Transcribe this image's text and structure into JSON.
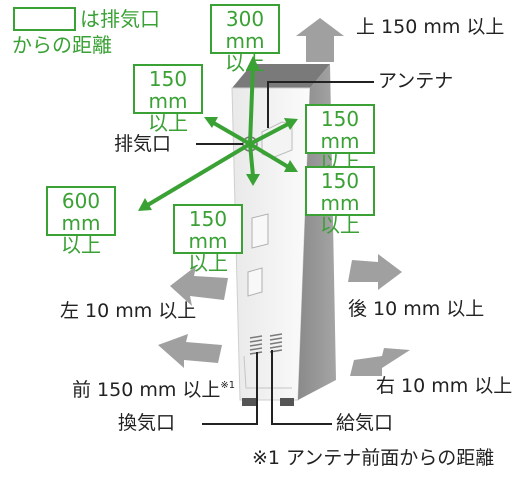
{
  "legend": {
    "suffix": "は排気口",
    "line2": "からの距離"
  },
  "clearances": {
    "top_300": {
      "l1": "300 mm",
      "l2": "以上"
    },
    "left_150": {
      "l1": "150 mm",
      "l2": "以上"
    },
    "right_150_upper": {
      "l1": "150 mm",
      "l2": "以上"
    },
    "right_150_lower": {
      "l1": "150 mm",
      "l2": "以上"
    },
    "front_600": {
      "l1": "600 mm",
      "l2": "以上"
    },
    "diag_150": {
      "l1": "150 mm",
      "l2": "以上"
    }
  },
  "unit_clearances": {
    "top": "上 150 mm 以上",
    "left": "左 10 mm 以上",
    "back": "後 10 mm 以上",
    "front": "前 150 mm 以上",
    "front_note_mark": "※1",
    "right": "右 10 mm 以上"
  },
  "parts": {
    "antenna": "アンテナ",
    "exhaust": "排気口",
    "ventilation": "換気口",
    "intake": "給気口"
  },
  "footnote": "※1 アンテナ前面からの距離",
  "colors": {
    "green": "#3aa135",
    "gray_arrow": "#9a9a9a",
    "unit_front": "#f2f2f2",
    "unit_side": "#8c8c8c"
  }
}
